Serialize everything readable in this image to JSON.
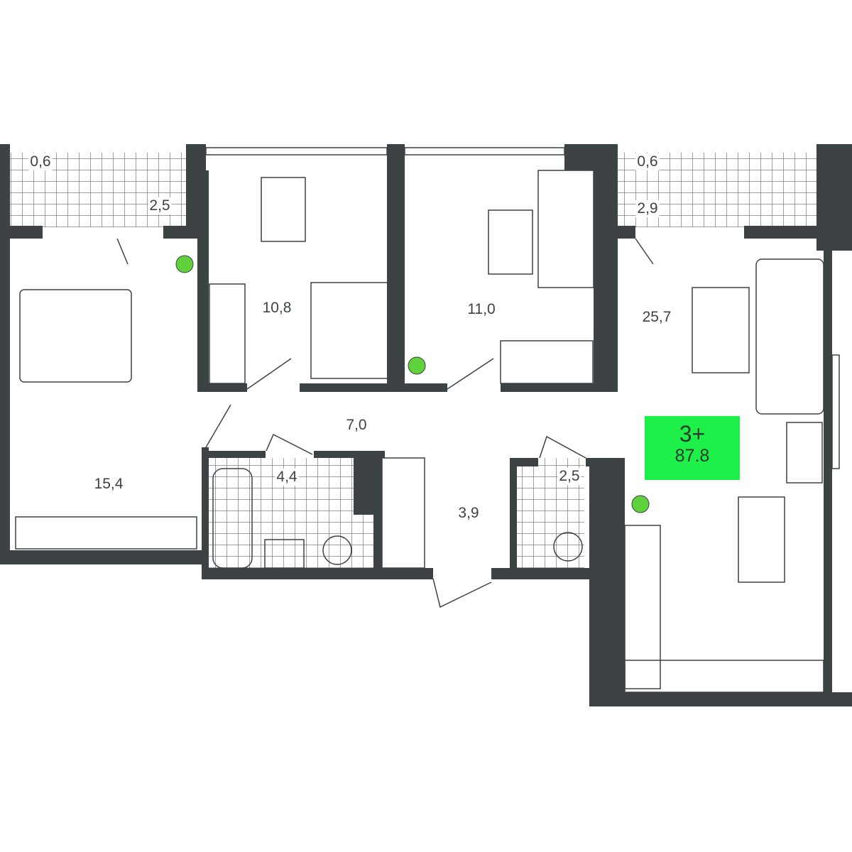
{
  "plan": {
    "rooms_label": "3+",
    "total_area": "87.8",
    "accent_color": "#1ef04a",
    "wall_color": "#3d4245",
    "areas": {
      "balcony_left_small": "0,6",
      "balcony_left": "2,5",
      "bedroom_left": "15,4",
      "kids_room": "10,8",
      "bedroom_middle": "11,0",
      "balcony_right_small": "0,6",
      "balcony_right": "2,9",
      "living_kitchen": "25,7",
      "hallway": "7,0",
      "bathroom": "4,4",
      "entry": "3,9",
      "toilet": "2,5"
    }
  }
}
